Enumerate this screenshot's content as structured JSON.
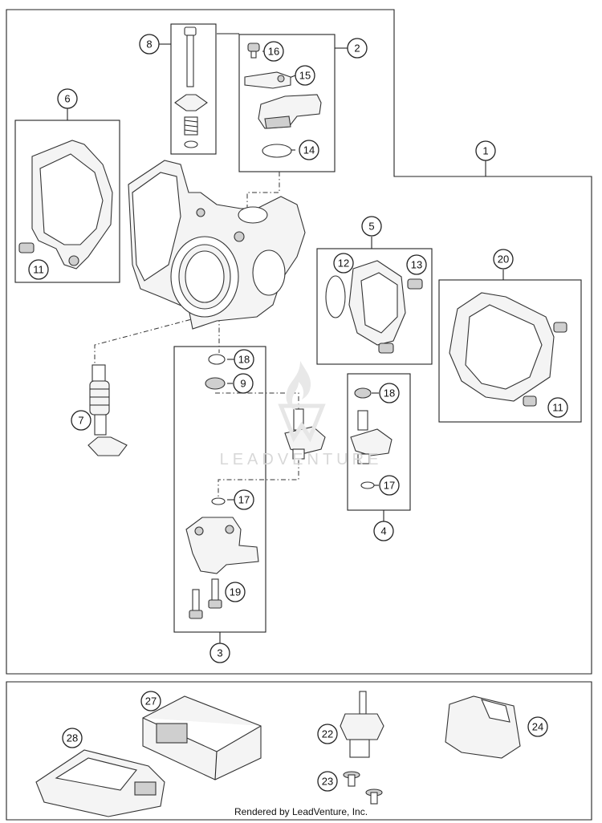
{
  "diagram": {
    "callouts": [
      {
        "id": "c1",
        "label": "1"
      },
      {
        "id": "c2",
        "label": "2"
      },
      {
        "id": "c3",
        "label": "3"
      },
      {
        "id": "c4",
        "label": "4"
      },
      {
        "id": "c5",
        "label": "5"
      },
      {
        "id": "c6",
        "label": "6"
      },
      {
        "id": "c7",
        "label": "7"
      },
      {
        "id": "c8",
        "label": "8"
      },
      {
        "id": "c9",
        "label": "9"
      },
      {
        "id": "c11a",
        "label": "11"
      },
      {
        "id": "c11b",
        "label": "11"
      },
      {
        "id": "c12",
        "label": "12"
      },
      {
        "id": "c13",
        "label": "13"
      },
      {
        "id": "c14",
        "label": "14"
      },
      {
        "id": "c15",
        "label": "15"
      },
      {
        "id": "c16",
        "label": "16"
      },
      {
        "id": "c17a",
        "label": "17"
      },
      {
        "id": "c17b",
        "label": "17"
      },
      {
        "id": "c18a",
        "label": "18"
      },
      {
        "id": "c18b",
        "label": "18"
      },
      {
        "id": "c19",
        "label": "19"
      },
      {
        "id": "c20",
        "label": "20"
      },
      {
        "id": "c22",
        "label": "22"
      },
      {
        "id": "c23",
        "label": "23"
      },
      {
        "id": "c24",
        "label": "24"
      },
      {
        "id": "c27",
        "label": "27"
      },
      {
        "id": "c28",
        "label": "28"
      }
    ]
  },
  "watermark": {
    "text": "LEADVENTURE"
  },
  "footer": {
    "text": "Rendered by LeadVenture, Inc."
  }
}
